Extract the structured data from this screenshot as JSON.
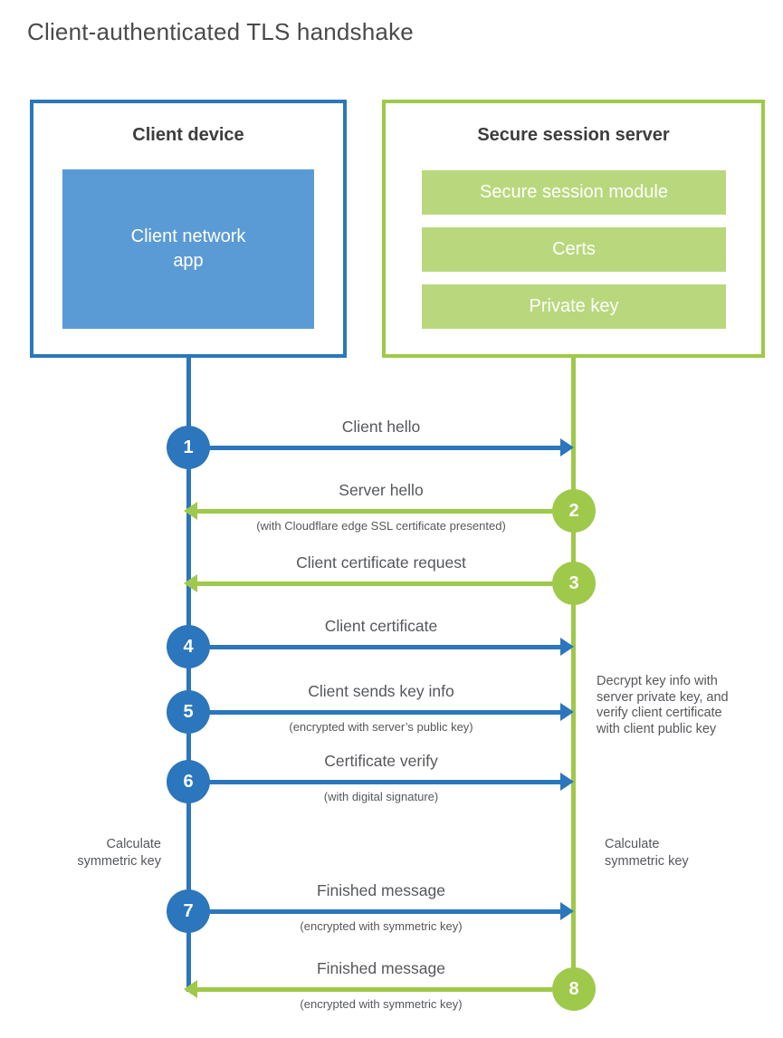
{
  "title": "Client-authenticated TLS handshake",
  "colors": {
    "blue": "#2b76bc",
    "blue_fill": "#5b9bd5",
    "green": "#9fc94a",
    "green_fill": "#b9d87d",
    "heading_text": "#3d3d3d",
    "label_text": "#55575b"
  },
  "client": {
    "title": "Client device",
    "app_label": "Client network\napp"
  },
  "server": {
    "title": "Secure session server",
    "modules": [
      "Secure session module",
      "Certs",
      "Private key"
    ]
  },
  "steps": [
    {
      "num": "1",
      "from": "client",
      "label": "Client hello",
      "sub": ""
    },
    {
      "num": "2",
      "from": "server",
      "label": "Server hello",
      "sub": "(with Cloudflare edge SSL certificate presented)"
    },
    {
      "num": "3",
      "from": "server",
      "label": "Client certificate request",
      "sub": ""
    },
    {
      "num": "4",
      "from": "client",
      "label": "Client certificate",
      "sub": ""
    },
    {
      "num": "5",
      "from": "client",
      "label": "Client sends key info",
      "sub": "(encrypted with server’s public key)"
    },
    {
      "num": "6",
      "from": "client",
      "label": "Certificate verify",
      "sub": "(with digital signature)"
    },
    {
      "num": "7",
      "from": "client",
      "label": "Finished message",
      "sub": "(encrypted with symmetric key)"
    },
    {
      "num": "8",
      "from": "server",
      "label": "Finished message",
      "sub": "(encrypted with symmetric key)"
    }
  ],
  "notes": {
    "decrypt": "Decrypt key info with\nserver private key, and\nverify client certificate\nwith client public key",
    "calc_left": "Calculate\nsymmetric key",
    "calc_right": "Calculate\nsymmetric key"
  }
}
